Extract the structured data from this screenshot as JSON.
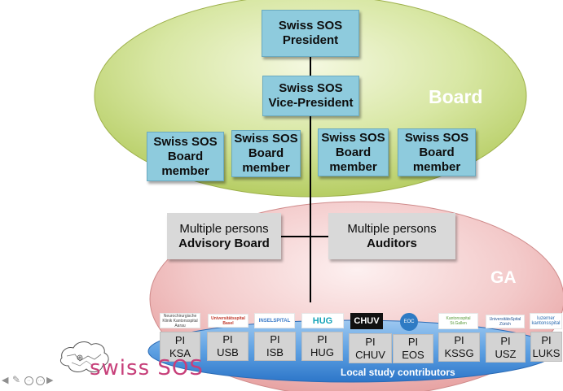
{
  "groups": {
    "board": "Board",
    "ga": "GA",
    "local": "Local study contributors"
  },
  "president": "Swiss SOS\nPresident",
  "vice_president": "Swiss SOS\nVice-President",
  "board_members": [
    "Swiss SOS\nBoard\nmember",
    "Swiss SOS\nBoard\nmember",
    "Swiss SOS\nBoard\nmember",
    "Swiss SOS\nBoard\nmember"
  ],
  "advisory": {
    "line1": "Multiple persons",
    "line2": "Advisory Board"
  },
  "auditors": {
    "line1": "Multiple persons",
    "line2": "Auditors"
  },
  "sites": [
    {
      "pi": "PI\nKSA",
      "logo": "Neurochirurgische Klinik Kantonsspital Aarau"
    },
    {
      "pi": "PI\nUSB",
      "logo": "Universitätsspital Basel"
    },
    {
      "pi": "PI\nISB",
      "logo": "INSELSPITAL"
    },
    {
      "pi": "PI\nHUG",
      "logo": "HUG"
    },
    {
      "pi": "PI\nCHUV",
      "logo": "CHUV"
    },
    {
      "pi": "PI\nEOS",
      "logo": "EOC"
    },
    {
      "pi": "PI\nKSSG",
      "logo": "Kantonsspital St.Gallen"
    },
    {
      "pi": "PI\nUSZ",
      "logo": "UniversitätsSpital Zürich"
    },
    {
      "pi": "PI\nLUKS",
      "logo": "luzerner kantonsspital"
    }
  ],
  "brand": {
    "logo_text": "swiss SOS"
  },
  "colors": {
    "board_ellipse": "#c9dc8a",
    "ga_ellipse": "#f2c2c2",
    "local_ellipse": "#4a90d9",
    "role_box": "#8ecbdd",
    "gray_box": "#d9d9d9"
  }
}
